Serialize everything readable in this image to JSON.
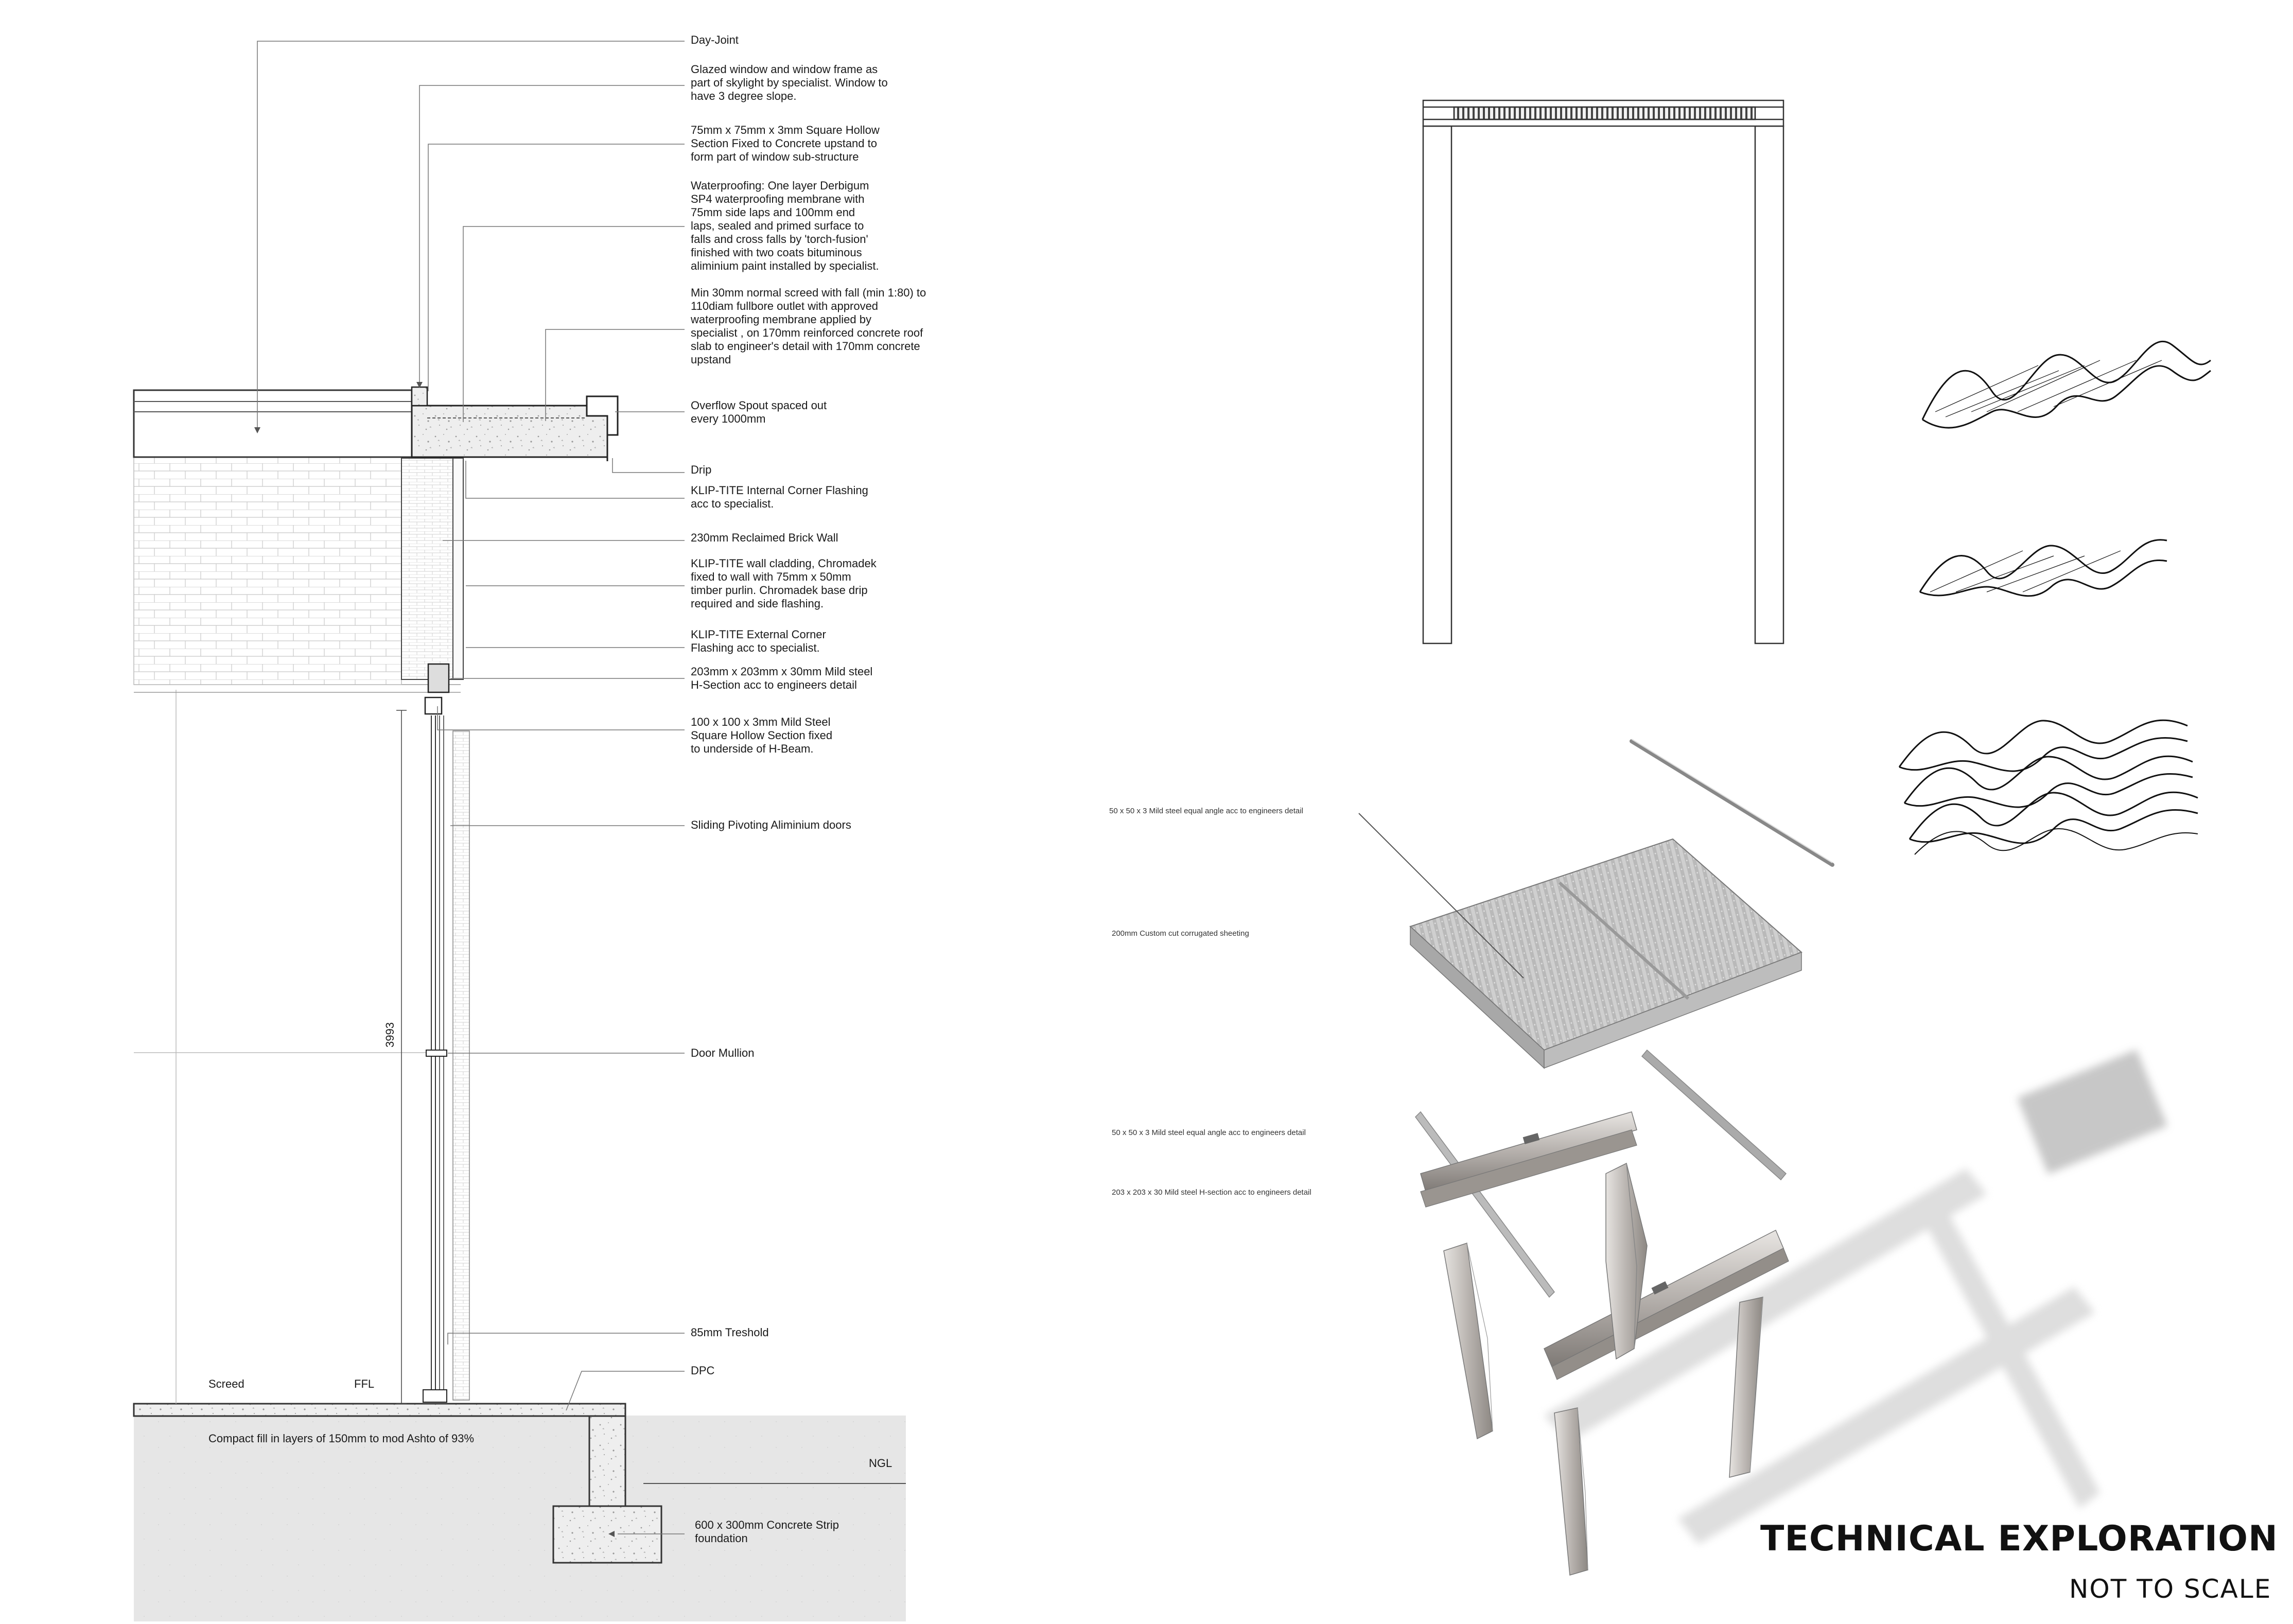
{
  "section_labels": [
    "Day-Joint",
    "Glazed window and window frame as\npart of skylight by specialist. Window to\nhave 3 degree slope.",
    "75mm x 75mm x 3mm Square Hollow\nSection Fixed to Concrete upstand to\nform part of window sub-structure",
    "Waterproofing: One layer Derbigum\nSP4 waterproofing membrane with\n75mm side laps and 100mm end\nlaps, sealed and primed surface to\nfalls and cross falls by 'torch-fusion'\nfinished with two coats bituminous\naliminium paint installed by specialist.",
    "Min 30mm normal screed with fall (min 1:80) to\n110diam fullbore outlet with approved\nwaterproofing membrane applied by\nspecialist , on 170mm reinforced concrete roof\nslab to engineer's detail with 170mm concrete\nupstand",
    "Overflow Spout spaced out\nevery 1000mm",
    "Drip",
    "KLIP-TITE Internal Corner Flashing\nacc to specialist.",
    "230mm  Reclaimed Brick Wall",
    "KLIP-TITE wall cladding, Chromadek\nfixed to wall with 75mm x 50mm\ntimber purlin. Chromadek base drip\nrequired and side flashing.",
    "KLIP-TITE External Corner\nFlashing acc to specialist.",
    "203mm x 203mm x 30mm Mild steel\nH-Section acc to engineers detail",
    "100 x 100 x 3mm Mild Steel\nSquare Hollow Section fixed\nto underside of H-Beam.",
    "Sliding Pivoting Aliminium doors",
    "Door Mullion",
    "85mm Treshold",
    "DPC",
    "600 x 300mm Concrete Strip\nfoundation"
  ],
  "section_texts": {
    "screed": "Screed",
    "ffl": "FFL",
    "compact_fill": "Compact fill in layers of 150mm to mod Ashto of 93%",
    "ngl": "NGL",
    "dimension": "3993"
  },
  "axo_labels": [
    "50 x 50 x 3  Mild steel  equal angle acc to engineers detail",
    "200mm Custom cut corrugated sheeting",
    "50 x 50 x 3  Mild steel  equal angle acc to engineers detail",
    "203 x 203 x 30 Mild steel H-section acc to engineers detail"
  ],
  "title": "TECHNICAL EXPLORATION",
  "subtitle": "NOT TO SCALE"
}
